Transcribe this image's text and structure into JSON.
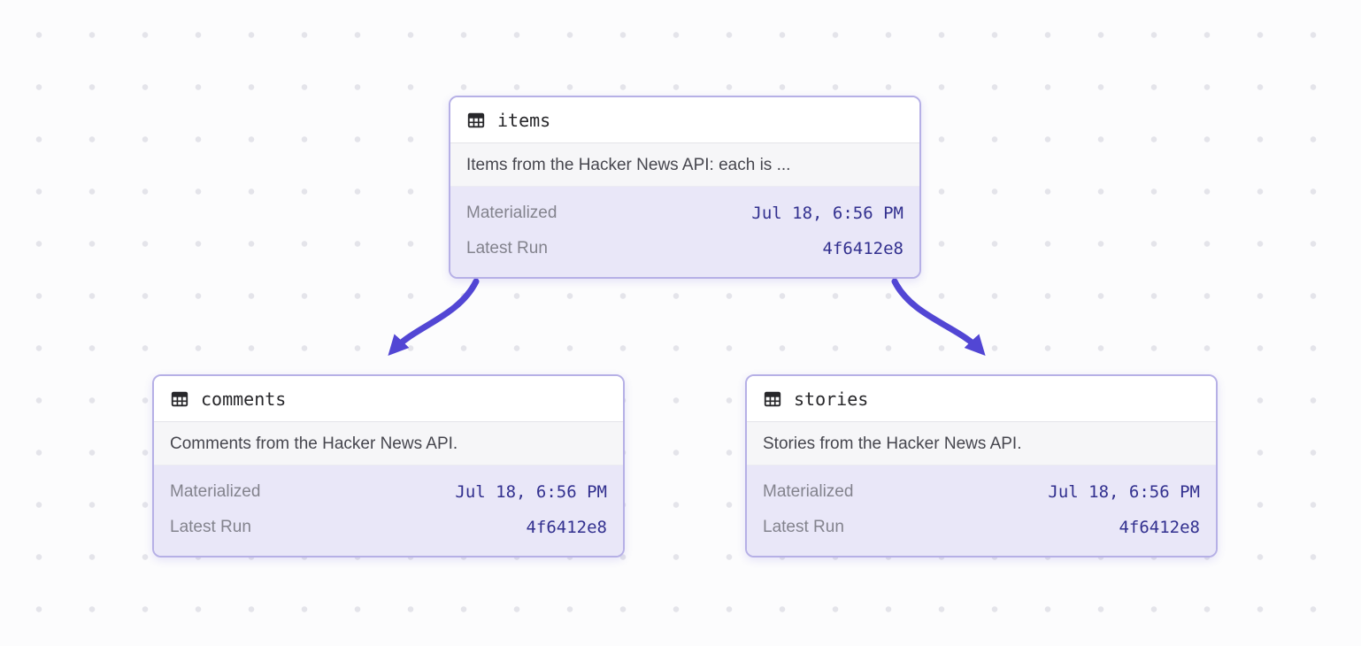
{
  "colors": {
    "canvas-bg": "#FCFCFD",
    "dot": "#E4E4EA",
    "card-border": "#B6B0E6",
    "header-bg": "#FFFFFF",
    "desc-bg": "#F6F6F8",
    "meta-bg": "#E9E7F8",
    "name-color": "#27272A",
    "desc-color": "#46464E",
    "label-color": "#83838D",
    "value-color": "#32308F",
    "arrow": "#5246D4"
  },
  "nodes": [
    {
      "name": "items",
      "description": "Items from the Hacker News API: each is ...",
      "materialized_label": "Materialized",
      "materialized_value": "Jul 18, 6:56 PM",
      "latest_run_label": "Latest Run",
      "latest_run_value": "4f6412e8"
    },
    {
      "name": "comments",
      "description": "Comments from the Hacker News API.",
      "materialized_label": "Materialized",
      "materialized_value": "Jul 18, 6:56 PM",
      "latest_run_label": "Latest Run",
      "latest_run_value": "4f6412e8"
    },
    {
      "name": "stories",
      "description": "Stories from the Hacker News API.",
      "materialized_label": "Materialized",
      "materialized_value": "Jul 18, 6:56 PM",
      "latest_run_label": "Latest Run",
      "latest_run_value": "4f6412e8"
    }
  ]
}
